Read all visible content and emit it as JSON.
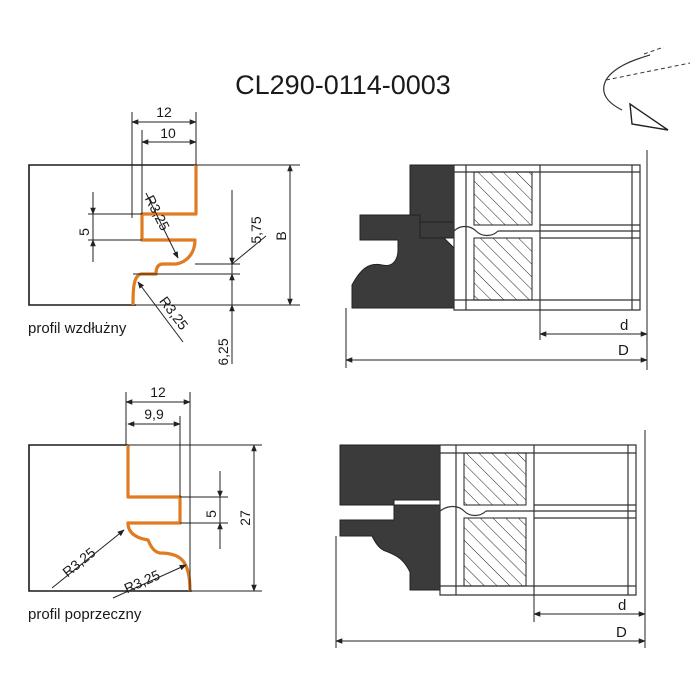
{
  "title": "CL290-0114-0003",
  "top_profile": {
    "caption": "profil wzdłużny",
    "dim_width_outer": "12",
    "dim_width_inner": "10",
    "dim_step": "5",
    "dim_offset": "5,75",
    "dim_height": "B",
    "dim_bottom": "6,25",
    "radius_upper": "R3,25",
    "radius_lower": "R3,25"
  },
  "bottom_profile": {
    "caption": "profil poprzeczny",
    "dim_width_outer": "12",
    "dim_width_inner": "9,9",
    "dim_step": "5",
    "dim_height": "27",
    "radius_left": "R3,25",
    "radius_right": "R3,25"
  },
  "top_section": {
    "dim_d": "d",
    "dim_D": "D"
  },
  "bottom_section": {
    "dim_d": "d",
    "dim_D": "D"
  },
  "icon": "rotation-direction-icon"
}
